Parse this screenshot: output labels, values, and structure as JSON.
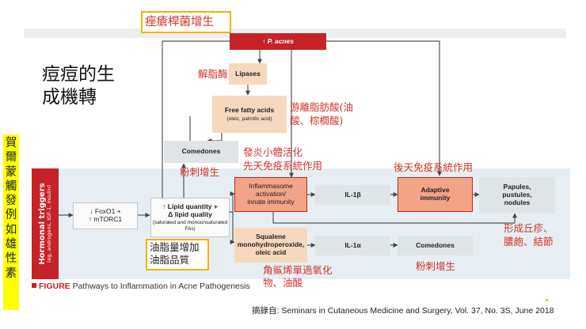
{
  "title_box": "痤瘡桿菌增生",
  "heading": [
    "痘痘的生",
    "成機轉"
  ],
  "side_vertical": "賀爾蒙觸發例如雄性素",
  "boxes": {
    "p_acnes": "↑ P. acnes",
    "lipases": "Lipases",
    "ffa_title": "Free fatty acids",
    "ffa_sub": "(oleic, palmitic acid)",
    "comedones_top": "Comedones",
    "hormonal_title": "Hormonal triggers",
    "hormonal_sub": "(eg, androgens, IGF-1, insulin)",
    "foxo_1": "↓ FoxO1 +",
    "foxo_2": "↑ mTORC1",
    "lipid_1": "↑ Lipid quantity +",
    "lipid_2": "Δ lipid quality",
    "lipid_sub": "(saturated and monounsaturated FAs)",
    "inflamm_1": "Inflammasome",
    "inflamm_2": "activation/",
    "inflamm_3": "innate immunity",
    "il1b": "IL-1β",
    "adaptive_1": "Adaptive",
    "adaptive_2": "immunity",
    "papules_1": "Papules,",
    "papules_2": "pustules,",
    "papules_3": "nodules",
    "squalene_1": "Squalene",
    "squalene_2": "monohydroperoxide,",
    "squalene_3": "oleic acid",
    "il1a": "IL-1α",
    "comedones_bottom": "Comedones"
  },
  "annotations": {
    "lipase_cn": "解脂酶",
    "ffa_cn_1": "游離脂肪酸(油",
    "ffa_cn_2": "酸、棕櫚酸)",
    "inflamm_cn_1": "發炎小體活化",
    "inflamm_cn_2": "先天免疫系統作用",
    "adaptive_cn": "後天免疫系統作用",
    "comedo_cn_top": "粉刺增生",
    "lipid_cn_1": "油脂量增加",
    "lipid_cn_2": "油脂品質",
    "papules_cn_1": "形成丘疹、",
    "papules_cn_2": "膿皰、結節",
    "squalene_cn_1": "角鯊烯單過氧化",
    "squalene_cn_2": "物、油酸",
    "comedo_cn_bottom": "粉刺增生"
  },
  "figure_caption": {
    "label": "FIGURE",
    "text": "Pathways to Inflammation in Acne Pathogenesis"
  },
  "source": "摘錄自: Seminars in Cutaneous Medicine and Surgery, Vol. 37, No. 3S, June 2018",
  "colors": {
    "red": "#c62228",
    "peach": "#f6d8bf",
    "salmon": "#f4a486",
    "gray": "#dfe4e6",
    "highlight": "#ffff00",
    "annot_red": "#d2332b",
    "yellow_border": "#f0b400"
  }
}
